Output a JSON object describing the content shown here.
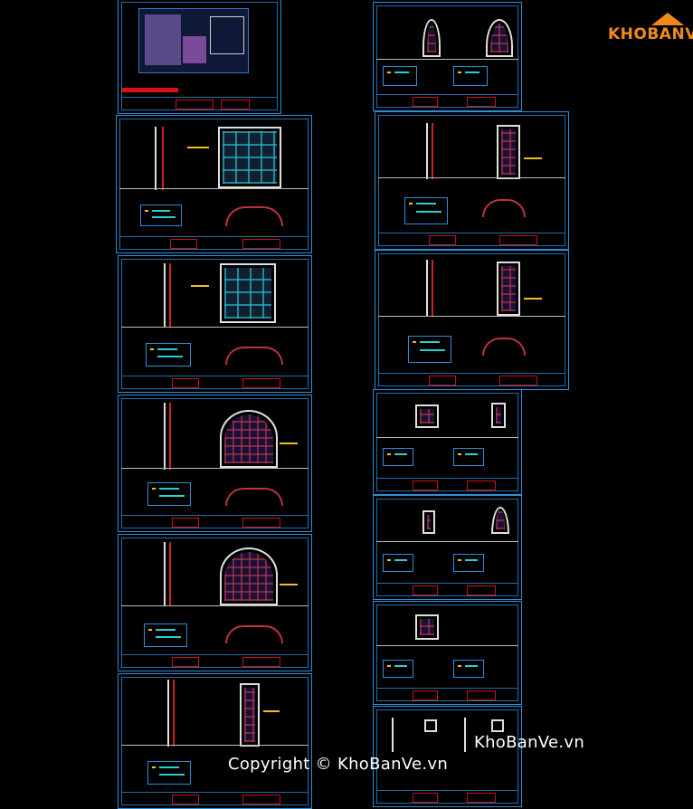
{
  "logo": {
    "text": "KHOBANVE",
    "icon": "house-roof-icon"
  },
  "watermarks": {
    "right": "KhoBanVe.vn",
    "center": "Copyright © KhoBanVe.vn"
  },
  "colors": {
    "background": "#000000",
    "sheet_border": "#2a8fd8",
    "title_block_red": "#d01010",
    "annotation_yellow": "#f0c020",
    "logo_orange": "#f08a1a"
  }
}
